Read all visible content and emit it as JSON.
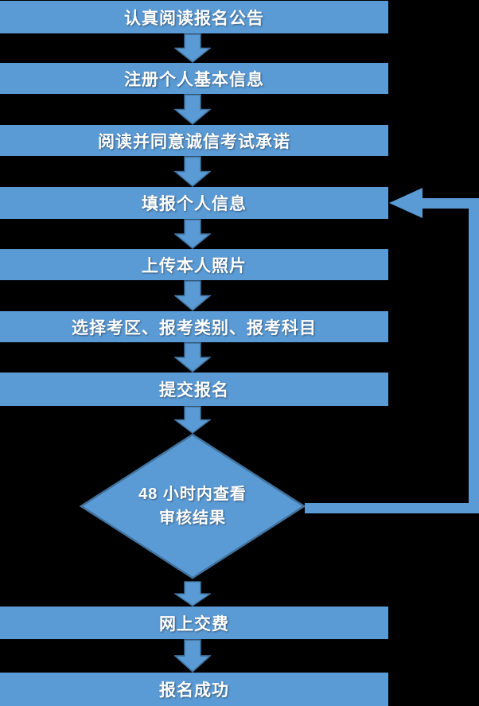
{
  "flowchart": {
    "nodes": [
      {
        "id": 1,
        "type": "process",
        "label": "认真阅读报名公告"
      },
      {
        "id": 2,
        "type": "process",
        "label": "注册个人基本信息"
      },
      {
        "id": 3,
        "type": "process",
        "label": "阅读并同意诚信考试承诺"
      },
      {
        "id": 4,
        "type": "process",
        "label": "填报个人信息"
      },
      {
        "id": 5,
        "type": "process",
        "label": "上传本人照片"
      },
      {
        "id": 6,
        "type": "process",
        "label": "选择考区、报考类别、报考科目"
      },
      {
        "id": 7,
        "type": "process",
        "label": "提交报名"
      },
      {
        "id": 8,
        "type": "decision",
        "label": "48 小时内查看审核结果",
        "lines": [
          "48 小时内查看",
          "审核结果"
        ]
      },
      {
        "id": 9,
        "type": "process",
        "label": "网上交费"
      },
      {
        "id": 10,
        "type": "process",
        "label": "报名成功"
      }
    ],
    "edges": [
      {
        "from": 1,
        "to": 2,
        "type": "down"
      },
      {
        "from": 2,
        "to": 3,
        "type": "down"
      },
      {
        "from": 3,
        "to": 4,
        "type": "down"
      },
      {
        "from": 4,
        "to": 5,
        "type": "down"
      },
      {
        "from": 5,
        "to": 6,
        "type": "down"
      },
      {
        "from": 6,
        "to": 7,
        "type": "down"
      },
      {
        "from": 7,
        "to": 8,
        "type": "down"
      },
      {
        "from": 8,
        "to": 9,
        "type": "down"
      },
      {
        "from": 9,
        "to": 10,
        "type": "down"
      },
      {
        "from": 8,
        "to": 4,
        "type": "loopback"
      }
    ],
    "colors": {
      "node_fill": "#5B9BD5",
      "node_border": "#41719C",
      "text": "#FFFFFF",
      "background": "#000000"
    }
  }
}
